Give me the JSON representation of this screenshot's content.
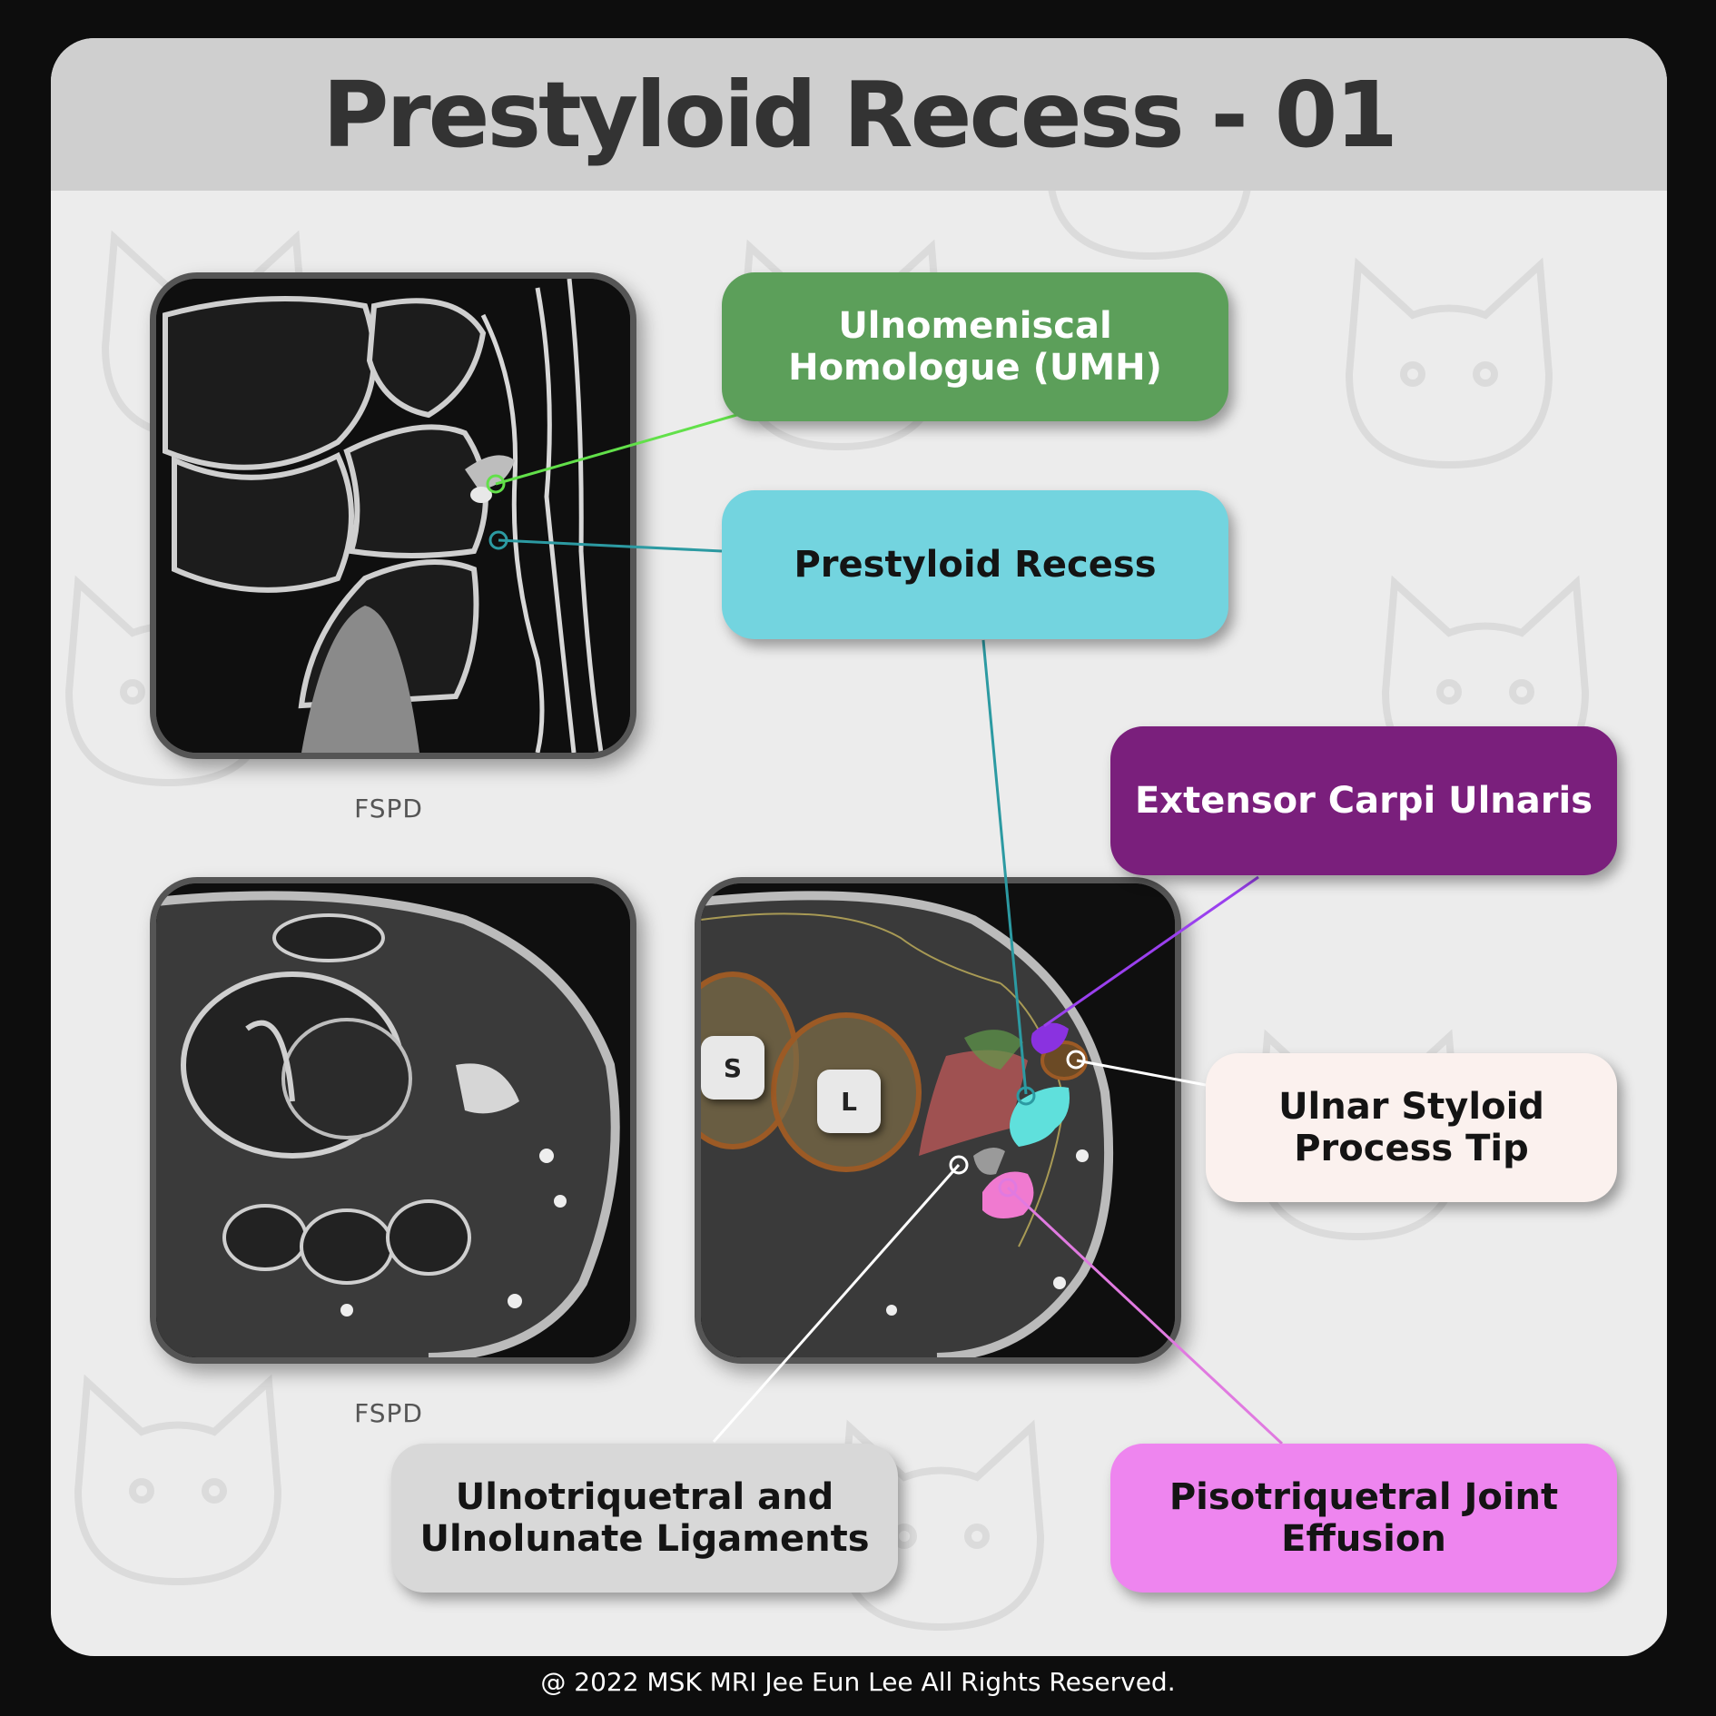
{
  "title": "Prestyloid Recess - 01",
  "panels": {
    "coronal_caption": "FSPD",
    "axial_caption": "FSPD",
    "bone_tags": {
      "scaphoid": "S",
      "lunate": "L"
    }
  },
  "labels": {
    "umh": "Ulnomeniscal Homologue (UMH)",
    "prestyloid_recess": "Prestyloid Recess",
    "ecu": "Extensor Carpi Ulnaris",
    "ulnar_styloid_tip": "Ulnar Styloid Process Tip",
    "ligaments": "Ulnotriquetral and Ulnolunate Ligaments",
    "pisotriquetral": "Pisotriquetral Joint Effusion"
  },
  "colors": {
    "umh": "#5c9f5a",
    "prestyloid_recess": "#73d4df",
    "ecu": "#7a1f7c",
    "ulnar_styloid_tip": "#fbf1ee",
    "ligaments": "#d8d8d8",
    "pisotriquetral": "#ee85ef"
  },
  "copyright": "@ 2022 MSK MRI Jee Eun Lee All Rights Reserved."
}
